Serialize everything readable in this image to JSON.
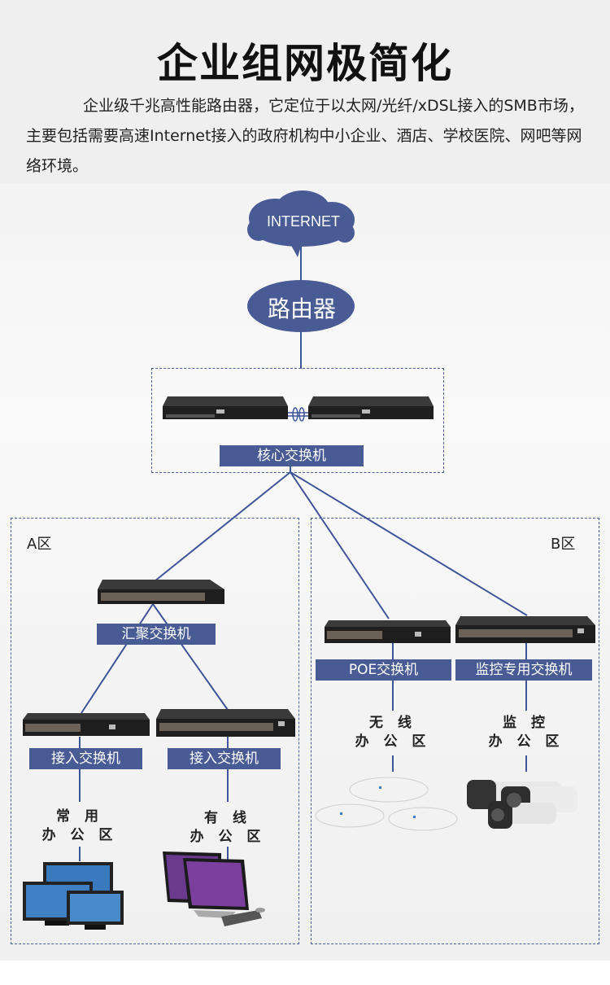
{
  "header": {
    "title": "企业组网极简化",
    "description": "企业级千兆高性能路由器，它定位于以太网/光纤/xDSL接入的SMB市场，主要包括需要高速Internet接入的政府机构中小企业、酒店、学校医院、网吧等网络环境。"
  },
  "diagram": {
    "cloud_label": "INTERNET",
    "router_label": "路由器",
    "core_switch_label": "核心交换机",
    "zone_a": {
      "label": "A区",
      "aggregation_label": "汇聚交换机",
      "access_left_label": "接入交换机",
      "access_right_label": "接入交换机",
      "area_left": [
        "常 用",
        "办 公 区"
      ],
      "area_right": [
        "有 线",
        "办 公 区"
      ]
    },
    "zone_b": {
      "label": "B区",
      "poe_label": "POE交换机",
      "monitor_label": "监控专用交换机",
      "area_left": [
        "无 线",
        "办 公 区"
      ],
      "area_right": [
        "监 控",
        "办 公 区"
      ]
    }
  },
  "colors": {
    "accent": "#485b95",
    "line": "#3f5599"
  }
}
